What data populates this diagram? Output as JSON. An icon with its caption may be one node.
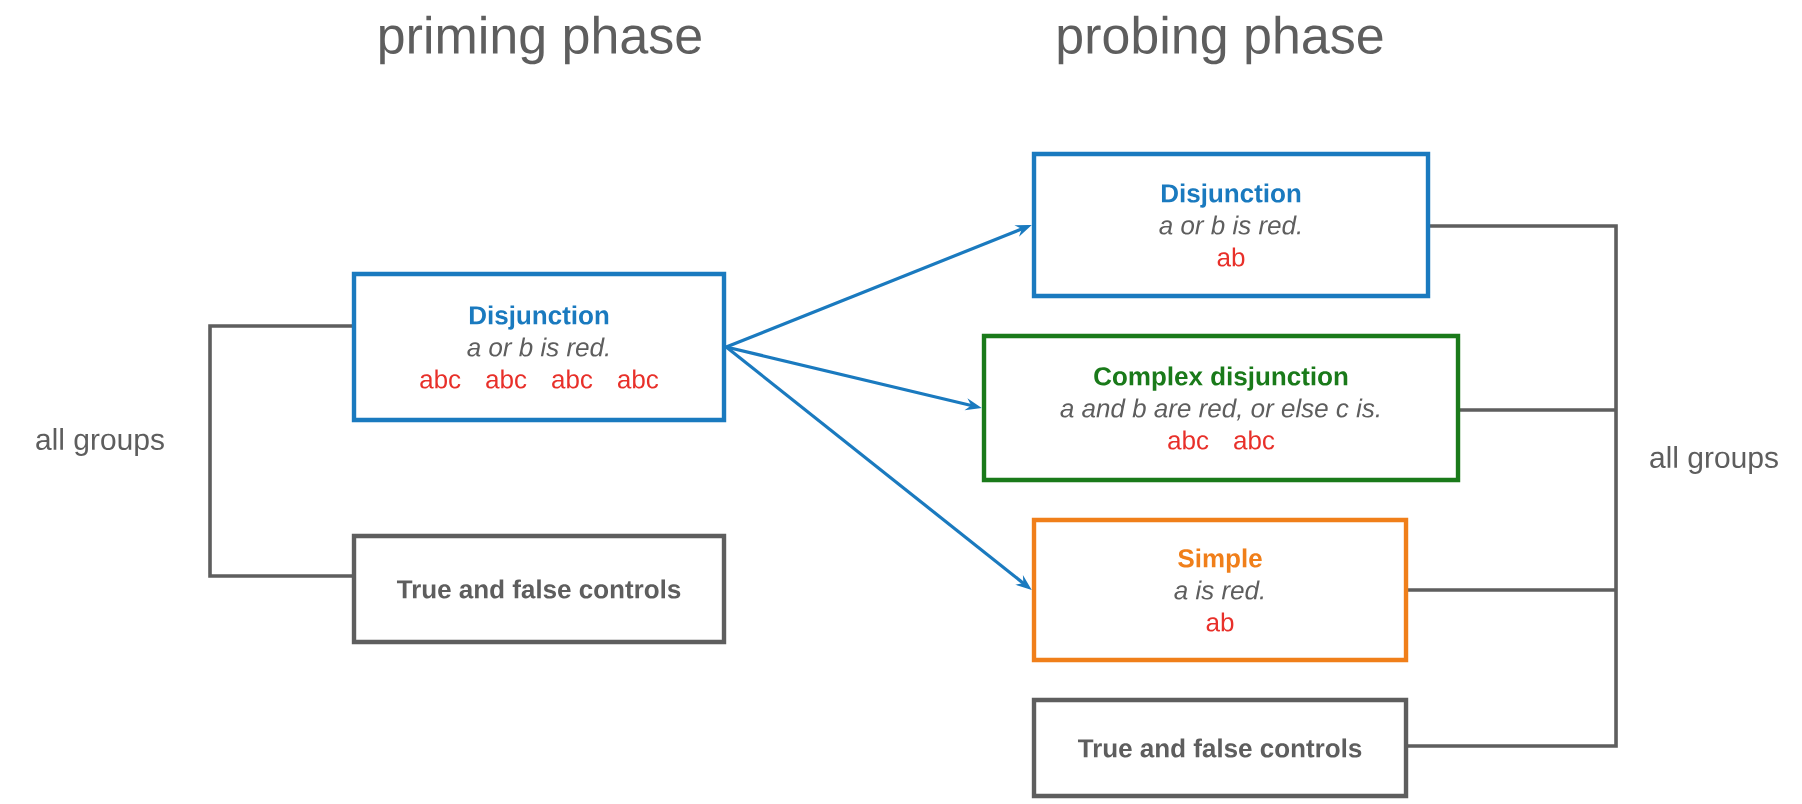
{
  "diagram": {
    "nodes": [
      {
        "text": [
          "Disjunction",
          "a or b is red.",
          "abc abc abc abc"
        ]
      },
      {
        "text": [
          "True and false controls"
        ]
      },
      {
        "text": [
          "Disjunction",
          "a or b is red.",
          "ab"
        ]
      },
      {
        "text": [
          "Complex disjunction",
          "a and b are red, or else c is.",
          "abc abc"
        ]
      },
      {
        "text": [
          "Simple",
          "a is red.",
          "ab"
        ]
      },
      {
        "text": [
          "True and false controls"
        ]
      }
    ],
    "edges": [
      {
        "from": 0,
        "to": 2,
        "arrow": "to"
      },
      {
        "from": 0,
        "to": 3,
        "arrow": "to"
      },
      {
        "from": 0,
        "to": 4,
        "arrow": "to"
      }
    ],
    "labels": [
      "priming phase",
      "probing phase",
      "all groups",
      "all groups"
    ]
  }
}
